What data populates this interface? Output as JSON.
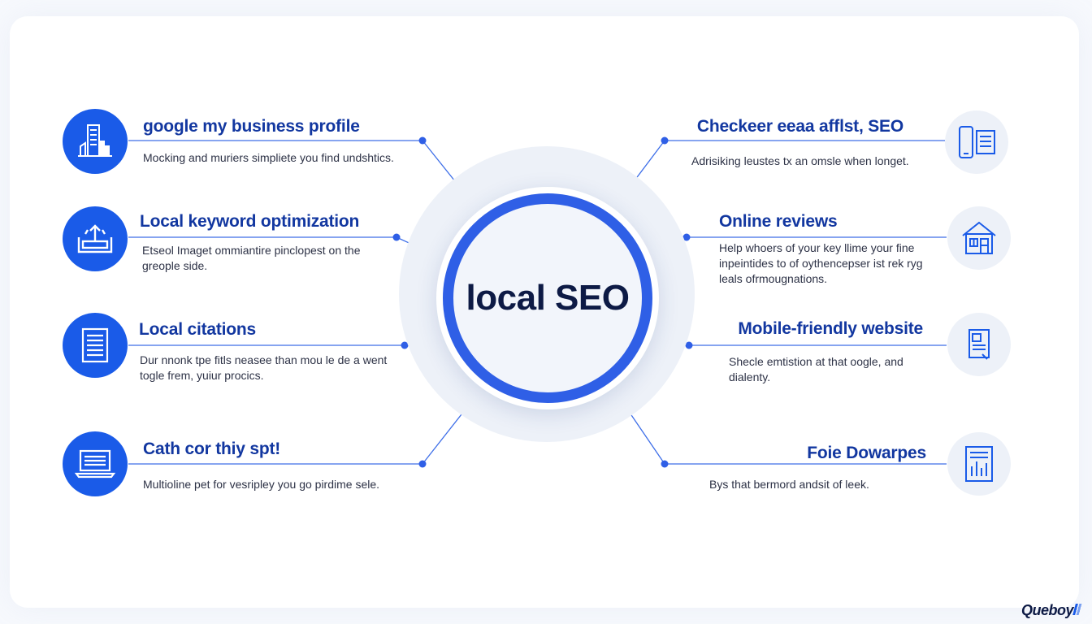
{
  "center": {
    "title": "local SEO"
  },
  "left_items": [
    {
      "title": "google my business profile",
      "desc": "Mocking and muriers simpliete you find undshtics.",
      "icon": "building-chart-icon"
    },
    {
      "title": "Local keyword optimization",
      "desc": "Etseol Imaget ommiantire pinclopest on the greople side.",
      "icon": "upload-tray-icon"
    },
    {
      "title": "Local citations",
      "desc": "Dur nnonk tpe fitls neasee than mou le de a went togle frem, yuiur procics.",
      "icon": "document-list-icon"
    },
    {
      "title": "Cath cor thiy spt!",
      "desc": "Multioline pet for vesripley you go pirdime sele.",
      "icon": "laptop-icon"
    }
  ],
  "right_items": [
    {
      "title": "Checkeer eeaa afflst, SEO",
      "desc": "Adrisiking leustes tx an omsle when longet.",
      "icon": "phone-document-icon"
    },
    {
      "title": "Online reviews",
      "desc": "Help whoers of your key llime your fine inpeintides to of oythencepser ist rek ryg leals ofrmougnations.",
      "icon": "storefront-icon"
    },
    {
      "title": "Mobile-friendly website",
      "desc": "Shecle emtistion at that oogle, and dialenty.",
      "icon": "mobile-page-icon"
    },
    {
      "title": "Foie Dowarpes",
      "desc": "Bys that bermord andsit of leek.",
      "icon": "report-chart-icon"
    }
  ],
  "brand": {
    "logo_text": "Queboy",
    "accent": "#1a5be8",
    "title_color": "#1237a0",
    "hub_ring": "#2f5fe6"
  }
}
